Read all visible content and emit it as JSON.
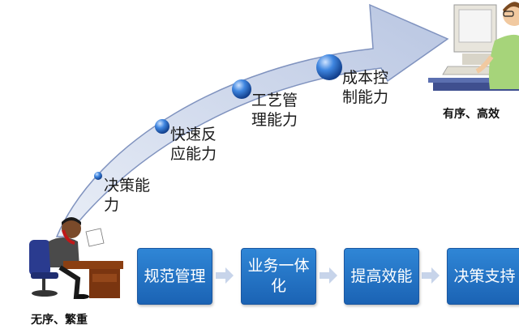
{
  "stages": {
    "decision": "决策能力",
    "response": "快速反应能力",
    "process": "工艺管理能力",
    "cost": "成本控制能力"
  },
  "people": {
    "left_caption": "无序、繁重",
    "right_caption": "有序、高效"
  },
  "steps": [
    {
      "label": "规范管理"
    },
    {
      "label": "业务一体化"
    },
    {
      "label": "提高效能"
    },
    {
      "label": "决策支持"
    }
  ],
  "colors": {
    "arrow_fill": "#c9d3e8",
    "arrow_stroke": "#8093bf",
    "step_box": "#2476c7",
    "bubble": "#1f5fb8"
  }
}
